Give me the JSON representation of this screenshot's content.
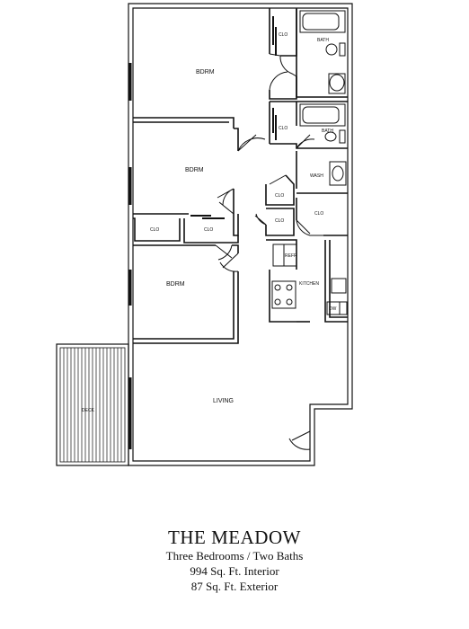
{
  "plan": {
    "rooms": {
      "bdrm_1": "BDRM",
      "bdrm_2": "BDRM",
      "bdrm_3": "BDRM",
      "living": "LIVING",
      "deck": "DECK",
      "kitchen": "KITCHEN",
      "wash": "WASH",
      "bath_1": "BATH",
      "bath_2": "BATH"
    },
    "closets": {
      "clo_bdrm1": "CLO",
      "clo_bath_mid": "CLO",
      "clo_hall_1": "CLO",
      "clo_hall_2": "CLO",
      "clo_kitchen": "CLO",
      "clo_bdrm3_a": "CLO",
      "clo_bdrm3_b": "CLO"
    },
    "appliances": {
      "refrigerator": "REFR",
      "dishwasher": "DW"
    }
  },
  "caption": {
    "title": "THE MEADOW",
    "rooms_summary": "Three Bedrooms / Two Baths",
    "interior": "994 Sq. Ft. Interior",
    "exterior": "87 Sq. Ft. Exterior"
  },
  "colors": {
    "wall": "#111111",
    "background": "#ffffff"
  }
}
